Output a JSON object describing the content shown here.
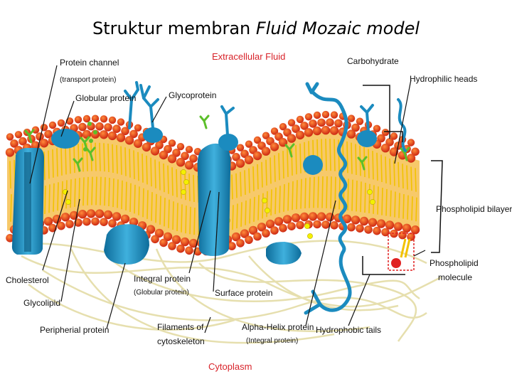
{
  "title": {
    "main": "Struktur membran ",
    "italic": "Fluid Mozaic model"
  },
  "regions": {
    "extracellular": "Extracellular Fluid",
    "cytoplasm": "Cytoplasm"
  },
  "labels": {
    "protein_channel": "Protein channel",
    "transport_protein": "(transport protein)",
    "globular_protein": "Globular protein",
    "glycoprotein": "Glycoprotein",
    "carbohydrate": "Carbohydrate",
    "hydrophilic_heads": "Hydrophilic heads",
    "phospholipid_bilayer": "Phospholipid bilayer",
    "phospholipid_molecule_1": "Phospholipid",
    "phospholipid_molecule_2": "molecule",
    "cholesterol": "Cholesterol",
    "glycolipid": "Glycolipid",
    "peripheral_protein": "Peripherial protein",
    "integral_protein": "Integral protein",
    "integral_protein_sub": "(Globular protein)",
    "filaments_1": "Filaments of",
    "filaments_2": "cytoskeleton",
    "surface_protein": "Surface protein",
    "alpha_helix": "Alpha-Helix protein",
    "alpha_helix_sub": "(Integral protein)",
    "hydrophobic_tails": "Hydrophobic tails"
  },
  "colors": {
    "head_outer": "#f26a1b",
    "head_inner": "#c9200f",
    "tails": "#f2c200",
    "protein": "#1b8bbf",
    "protein_dark": "#0d6c9a",
    "carb": "#5cbf2a",
    "cholesterol": "#f4f000",
    "filament": "#e8e2b0",
    "label_red": "#d8232a"
  }
}
